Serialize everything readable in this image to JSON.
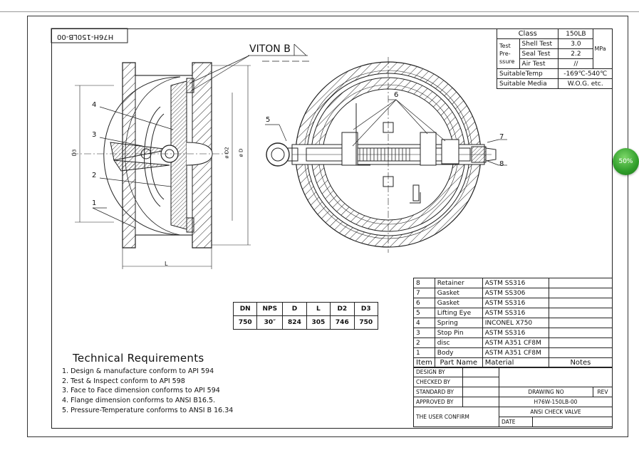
{
  "drawing_code_mirrored": "H76H-150LB-00",
  "viton_label": "VITON B",
  "zoom_badge": "50%",
  "dim_labels": {
    "L": "L",
    "D3": "D3",
    "D2": "ø D2",
    "D": "ø D"
  },
  "part_callouts": [
    "1",
    "2",
    "3",
    "4",
    "5",
    "6",
    "7",
    "8"
  ],
  "spec_table": {
    "class_label": "Class",
    "class_value": "150LB",
    "group_label": [
      "Test",
      "Pre-",
      "ssure"
    ],
    "rows": [
      {
        "label": "Shell Test",
        "value": "3.0"
      },
      {
        "label": "Seal Test",
        "value": "2.2"
      },
      {
        "label": "Air Test",
        "value": "//"
      }
    ],
    "unit": "MPa",
    "temp_label": "SuitableTemp",
    "temp_value": "-169℃-540℃",
    "media_label": "Suitable Media",
    "media_value": "W.O.G. etc."
  },
  "dim_table": {
    "headers": [
      "DN",
      "NPS",
      "D",
      "L",
      "D2",
      "D3"
    ],
    "values": [
      "750",
      "30″",
      "824",
      "305",
      "746",
      "750"
    ]
  },
  "parts_list": {
    "rows": [
      {
        "item": "8",
        "name": "Retainer",
        "material": "ASTM SS316",
        "notes": ""
      },
      {
        "item": "7",
        "name": "Gasket",
        "material": "ASTM SS306",
        "notes": ""
      },
      {
        "item": "6",
        "name": "Gasket",
        "material": "ASTM SS316",
        "notes": ""
      },
      {
        "item": "5",
        "name": "Lifting Eye",
        "material": "ASTM SS316",
        "notes": ""
      },
      {
        "item": "4",
        "name": "Spring",
        "material": "INCONEL X750",
        "notes": ""
      },
      {
        "item": "3",
        "name": "Stop Pin",
        "material": "ASTM SS316",
        "notes": ""
      },
      {
        "item": "2",
        "name": "disc",
        "material": "ASTM A351 CF8M",
        "notes": ""
      },
      {
        "item": "1",
        "name": "Body",
        "material": "ASTM A351 CF8M",
        "notes": ""
      }
    ],
    "header": {
      "item": "Item",
      "name": "Part Name",
      "material": "Material",
      "notes": "Notes"
    }
  },
  "title_block": {
    "design": "DESIGN    BY",
    "checked": "CHECKED   BY",
    "standard": "STANDARD BY",
    "approved": "APPROVED BY",
    "drawing_no_label": "DRAWING NO",
    "rev_label": "REV",
    "drawing_no": "H76W-150LB-00",
    "title": "ANSI CHECK VALVE",
    "user_confirm": "THE USER CONFIRM",
    "date_label": "DATE"
  },
  "tech_requirements": {
    "title": "Technical Requirements",
    "items": [
      "1. Design & manufacture conform to API 594",
      "2. Test & Inspect conform to API 598",
      "3. Face to Face dimension conforms to API 594",
      "4. Flange dimension conforms to ANSI B16.5.",
      "5. Pressure-Temperature conforms to  ANSI B 16.34"
    ]
  }
}
